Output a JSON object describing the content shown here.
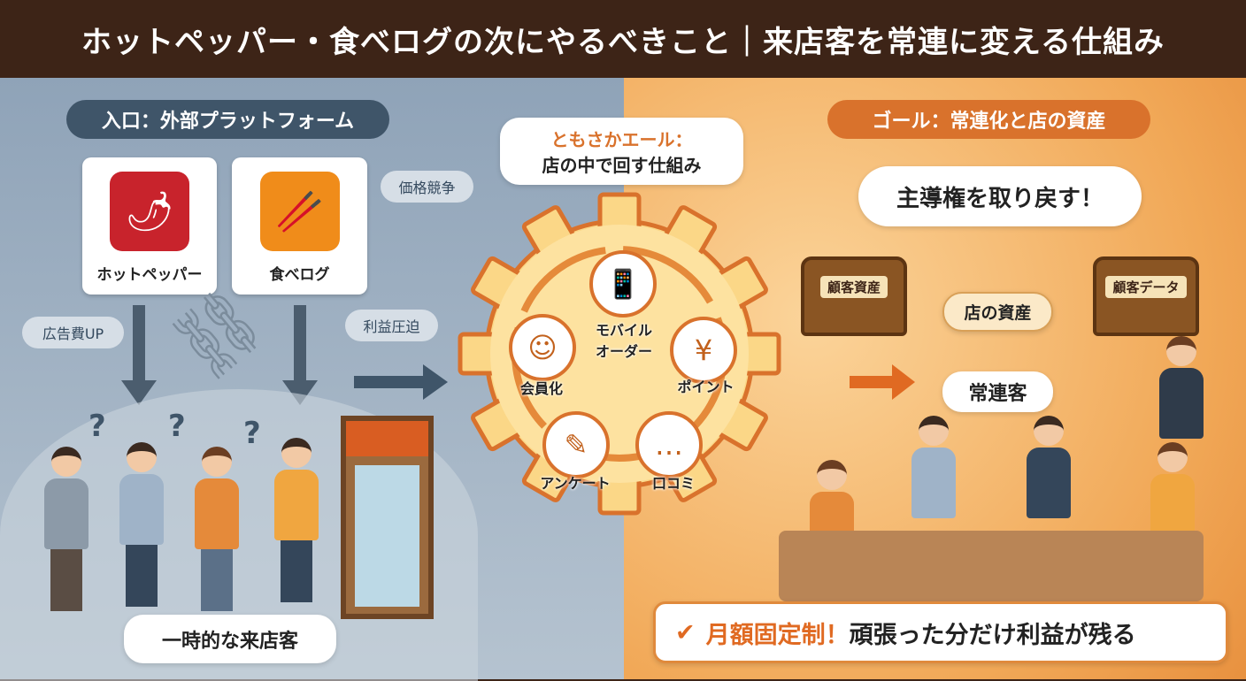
{
  "title": "ホットペッパー・食べログの次にやるべきこと｜来店客を常連に変える仕組み",
  "left": {
    "header": "入口：外部プラットフォーム",
    "platforms": [
      {
        "label": "ホットペッパー",
        "icon": "chili-pepper-icon",
        "color": "#c8232c"
      },
      {
        "label": "食べログ",
        "icon": "chopsticks-icon",
        "color": "#f08c1a"
      }
    ],
    "bubbles": [
      "価格競争",
      "広告費UP",
      "利益圧迫"
    ],
    "question_marks": [
      "?",
      "?",
      "?"
    ],
    "footer": "一時的な来店客"
  },
  "center": {
    "title_line1": "ともさかエール：",
    "title_line2": "店の中で回す仕組み",
    "nodes": [
      {
        "label": "モバイル\nオーダー",
        "icon": "smartphone-icon",
        "glyph": "📱"
      },
      {
        "label": "ポイント",
        "icon": "yen-coin-icon",
        "glyph": "¥"
      },
      {
        "label": "口コミ",
        "icon": "chat-bubbles-icon",
        "glyph": "…"
      },
      {
        "label": "アンケート",
        "icon": "clipboard-icon",
        "glyph": "✎"
      },
      {
        "label": "会員化",
        "icon": "member-card-icon",
        "glyph": "☺"
      }
    ]
  },
  "right": {
    "header": "ゴール：常連化と店の資産",
    "slogan": "主導権を取り戻す！",
    "chests": [
      "顧客資産",
      "顧客データ"
    ],
    "asset_label": "店の資産",
    "regulars": "常連客",
    "banner_check": "✔",
    "banner_highlight": "月額固定制！",
    "banner_rest": "頑張った分だけ利益が残る"
  },
  "colors": {
    "title_bg": "#3d2417",
    "left_header": "#3f5569",
    "accent": "#d9722c"
  }
}
